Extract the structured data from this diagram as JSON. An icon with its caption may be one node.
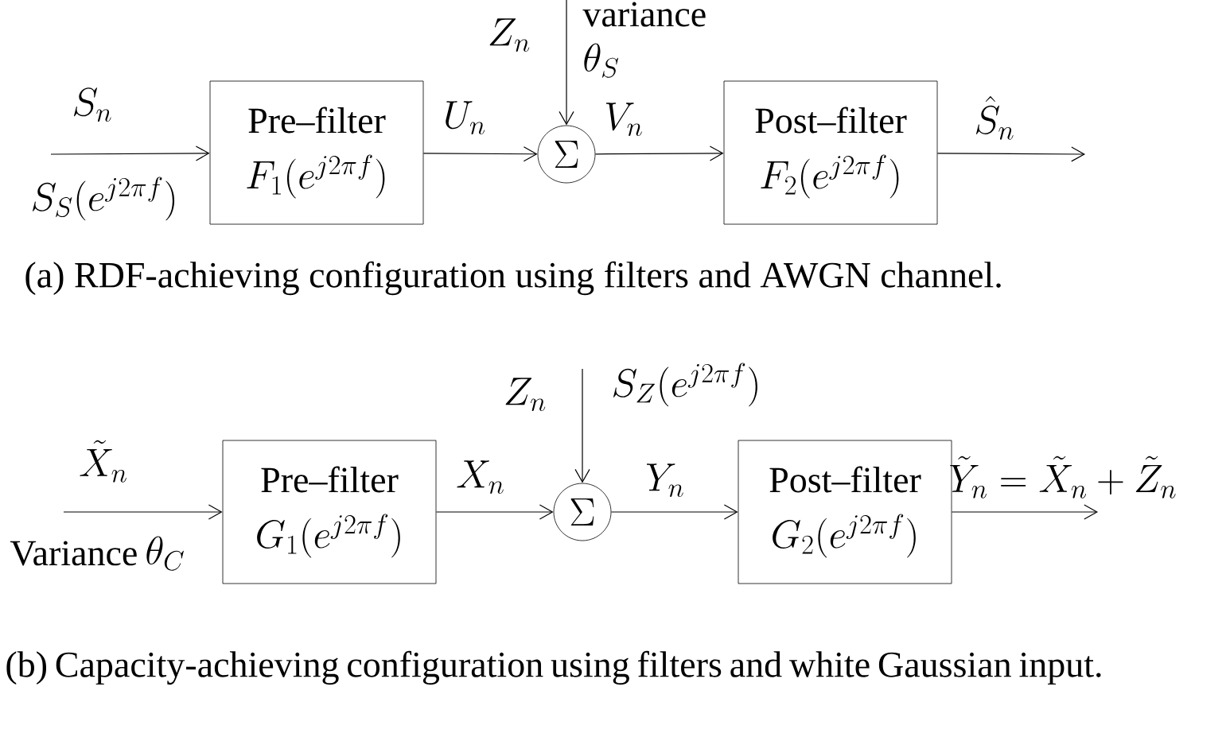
{
  "diagram": {
    "nodes": [
      {
        "text": [
          "Pre–filter",
          "F_1(e^{j2\\pi f})"
        ]
      },
      {
        "text": [
          "\\Sigma"
        ]
      },
      {
        "text": [
          "Post–filter",
          "F_2(e^{j2\\pi f})"
        ]
      },
      {
        "text": [
          "Pre–filter",
          "G_1(e^{j2\\pi f})"
        ]
      },
      {
        "text": [
          "\\Sigma"
        ]
      },
      {
        "text": [
          "Post–filter",
          "G_2(e^{j2\\pi f})"
        ]
      }
    ],
    "edges": [
      {
        "from": null,
        "to": 0,
        "arrow": "to",
        "label": "S_n"
      },
      {
        "from": 0,
        "to": 1,
        "arrow": "to",
        "label": "U_n"
      },
      {
        "from": null,
        "to": 1,
        "arrow": "to",
        "label": "Z_n"
      },
      {
        "from": 1,
        "to": 2,
        "arrow": "to",
        "label": "V_n"
      },
      {
        "from": 2,
        "to": null,
        "arrow": "to",
        "label": "\\hat{S}_n"
      },
      {
        "from": null,
        "to": 3,
        "arrow": "to",
        "label": "\\tilde{X}_n"
      },
      {
        "from": 3,
        "to": 4,
        "arrow": "to",
        "label": "X_n"
      },
      {
        "from": null,
        "to": 4,
        "arrow": "to",
        "label": "Z_n"
      },
      {
        "from": 4,
        "to": 5,
        "arrow": "to",
        "label": "Y_n"
      },
      {
        "from": 5,
        "to": null,
        "arrow": "to",
        "label": "\\tilde{Y}_n = \\tilde{X}_n + \\tilde{Z}_n"
      }
    ],
    "labels": [
      "S_S(e^{j2\\pi f})",
      "variance",
      "\\theta_S",
      "(a) RDF-achieving configuration using filters and AWGN channel.",
      "S_Z(e^{j2\\pi f})",
      "Variance",
      "\\theta_C",
      "(b) Capacity-achieving configuration using filters and white Gaussian input."
    ]
  }
}
